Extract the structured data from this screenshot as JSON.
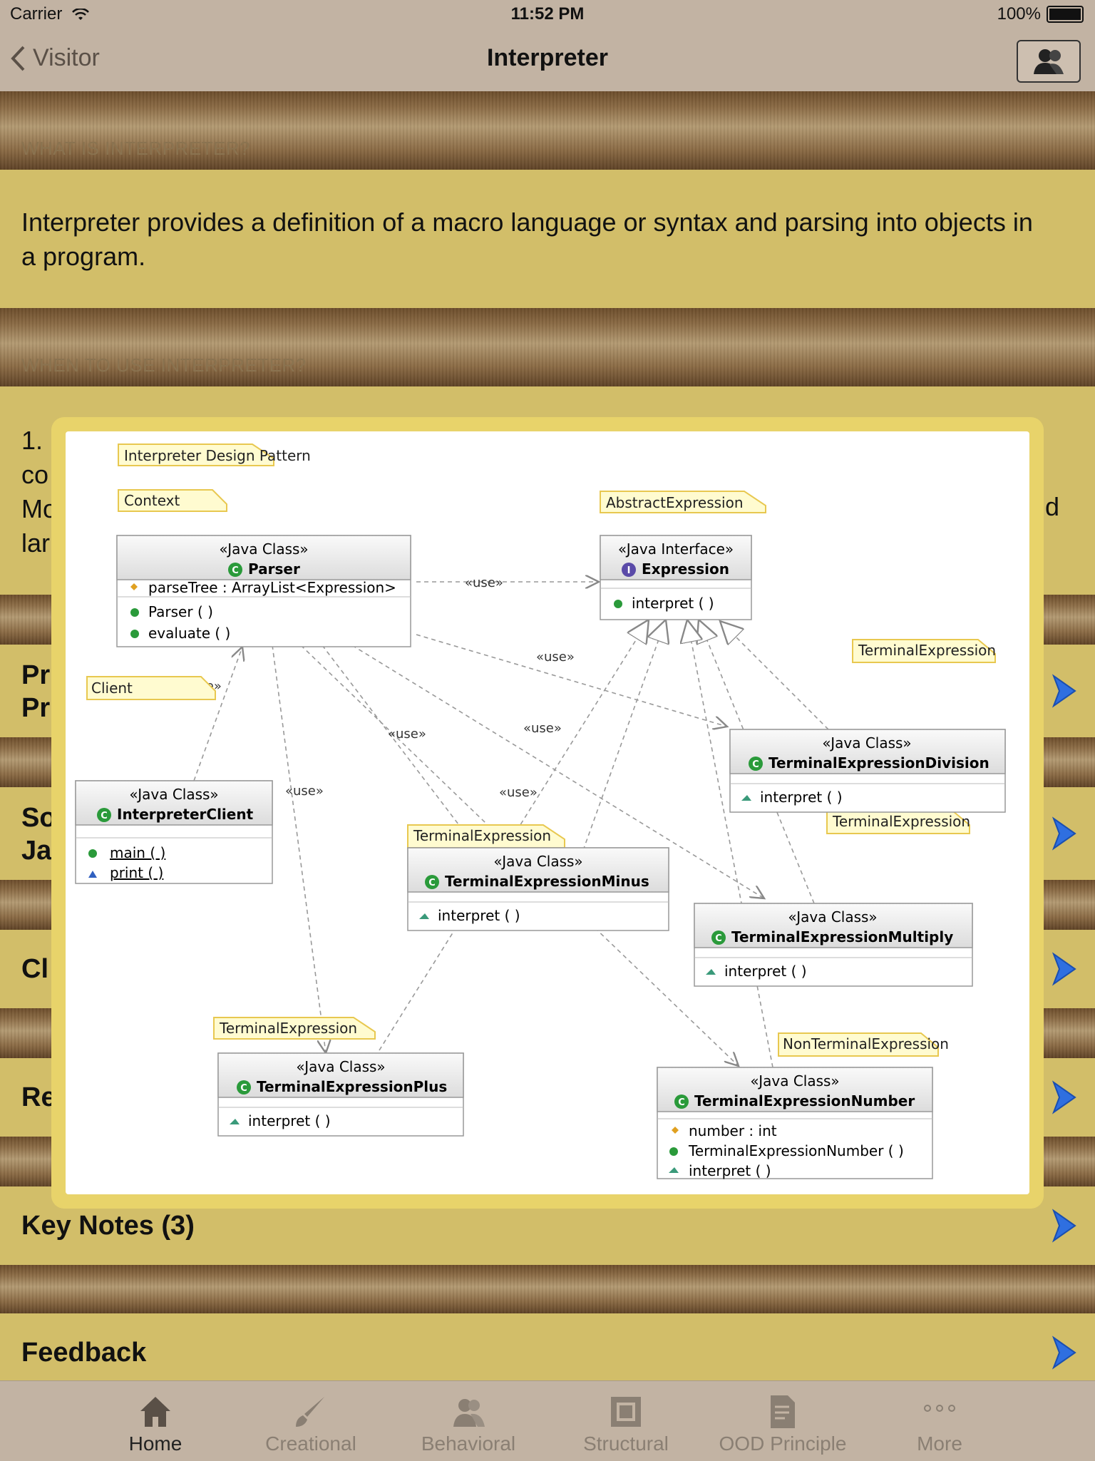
{
  "status": {
    "carrier": "Carrier",
    "time": "11:52 PM",
    "battery": "100%"
  },
  "nav": {
    "back_label": "Visitor",
    "title": "Interpreter"
  },
  "sections": {
    "what_header": "WHAT IS INTERPRETER?",
    "what_body": "Interpreter provides a definition of a macro language or syntax and parsing into objects in a program.",
    "when_header": "WHEN TO USE INTERPRETER?",
    "when_partial": [
      "1.",
      "co",
      "Mo",
      "lar"
    ],
    "when_partial_right": "d"
  },
  "rows": {
    "pros_partial": [
      "Pr",
      "Pr"
    ],
    "source_partial": [
      "So",
      "Ja"
    ],
    "class_partial": "Cl",
    "related_partial": "Re",
    "key_notes": "Key Notes (3)",
    "feedback": "Feedback"
  },
  "diagram": {
    "pattern_note": "Interpreter Design Pattern",
    "context_note": "Context",
    "abstract_note": "AbstractExpression",
    "client_note": "Client",
    "terminal_note": "TerminalExpression",
    "nonterminal_note": "NonTerminalExpression",
    "java_class": "«Java Class»",
    "java_interface": "«Java Interface»",
    "use": "«use»",
    "parser": {
      "name": "Parser",
      "field": "parseTree : ArrayList<Expression>",
      "m1": "Parser ( )",
      "m2": "evaluate ( )"
    },
    "expression": {
      "name": "Expression",
      "m1": "interpret ( )"
    },
    "client": {
      "name": "InterpreterClient",
      "m1": "main ( )",
      "m2": "print ( )"
    },
    "division": {
      "name": "TerminalExpressionDivision",
      "m1": "interpret ( )"
    },
    "minus": {
      "name": "TerminalExpressionMinus",
      "m1": "interpret ( )"
    },
    "multiply": {
      "name": "TerminalExpressionMultiply",
      "m1": "interpret ( )"
    },
    "plus": {
      "name": "TerminalExpressionPlus",
      "m1": "interpret ( )"
    },
    "number": {
      "name": "TerminalExpressionNumber",
      "field": "number : int",
      "m1": "TerminalExpressionNumber ( )",
      "m2": "interpret ( )"
    }
  },
  "tabs": [
    {
      "label": "Home",
      "icon": "home-icon"
    },
    {
      "label": "Creational",
      "icon": "brush-icon"
    },
    {
      "label": "Behavioral",
      "icon": "people-icon"
    },
    {
      "label": "Structural",
      "icon": "stamp-icon"
    },
    {
      "label": "OOD Principle",
      "icon": "document-icon"
    },
    {
      "label": "More",
      "icon": "more-icon"
    }
  ]
}
